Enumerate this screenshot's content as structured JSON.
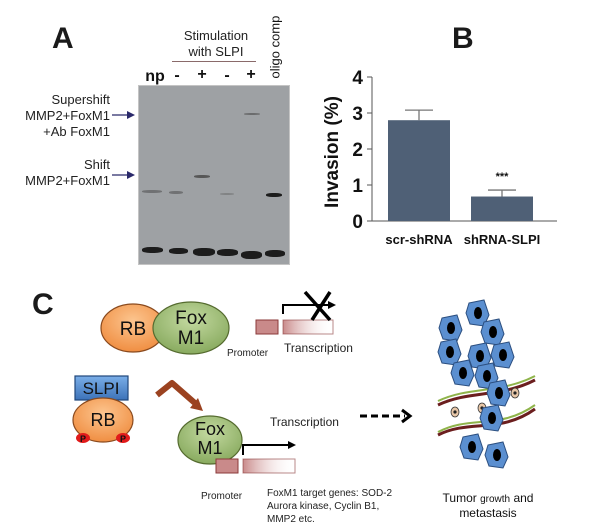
{
  "panel_a": {
    "letter": "A",
    "stimulation_label_line1": "Stimulation",
    "stimulation_label_line2": "with SLPI",
    "lanes": [
      "np",
      "-",
      "+",
      "-",
      "+",
      "oligo comp"
    ],
    "supershift_label": [
      "Supershift",
      "MMP2+FoxM1",
      "+Ab FoxM1"
    ],
    "shift_label": [
      "Shift",
      "MMP2+FoxM1"
    ]
  },
  "panel_b": {
    "letter": "B",
    "significance": "***"
  },
  "chart_data": {
    "type": "bar",
    "title": "",
    "xlabel": "",
    "ylabel": "Invasion (%)",
    "categories": [
      "scr-shRNA",
      "shRNA-SLPI"
    ],
    "values": [
      2.8,
      0.68
    ],
    "errors": [
      0.28,
      0.18
    ],
    "yticks": [
      0,
      1,
      2,
      3,
      4
    ],
    "ylim": [
      0,
      4
    ],
    "bar_color": "#4f6076",
    "annotations": [
      {
        "category": "shRNA-SLPI",
        "text": "***"
      }
    ],
    "grid": false
  },
  "panel_c": {
    "letter": "C",
    "rb": "RB",
    "foxm1_line1": "Fox",
    "foxm1_line2": "M1",
    "slpi": "SLPI",
    "phospho": "P",
    "promoter": "Promoter",
    "transcription": "Transcription",
    "target_genes": [
      "FoxM1 target genes: SOD-2",
      "Aurora kinase, Cyclin B1,",
      "MMP2 etc."
    ],
    "outcome_line1_a": "Tumor ",
    "outcome_line1_b": "growth",
    "outcome_line1_c": " and",
    "outcome_line2": "metastasis",
    "colors": {
      "rb_fill": "#f4a15a",
      "foxm1_fill": "#98b86a",
      "slpi_fill": "#4f86c6",
      "promoter_fill": "#c98a8a",
      "arrow_brown": "#9b4220",
      "phospho_red": "#e11b1b",
      "cell_blue": "#5b8fd0"
    }
  }
}
